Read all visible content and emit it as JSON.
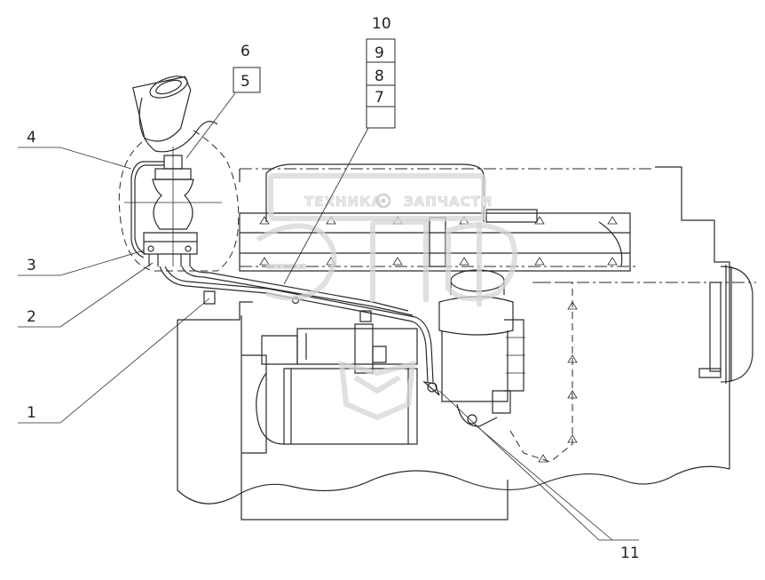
{
  "callouts": {
    "c1": "1",
    "c2": "2",
    "c3": "3",
    "c4": "4",
    "c5": "5",
    "c6": "6",
    "c7": "7",
    "c8": "8",
    "c9": "9",
    "c10": "10",
    "c11": "11"
  },
  "watermark": {
    "left_word": "ТЕХНИКА",
    "right_word": "ЗАПЧАСТИ",
    "icon": "gear-icon",
    "logo": "ЭПФ"
  }
}
